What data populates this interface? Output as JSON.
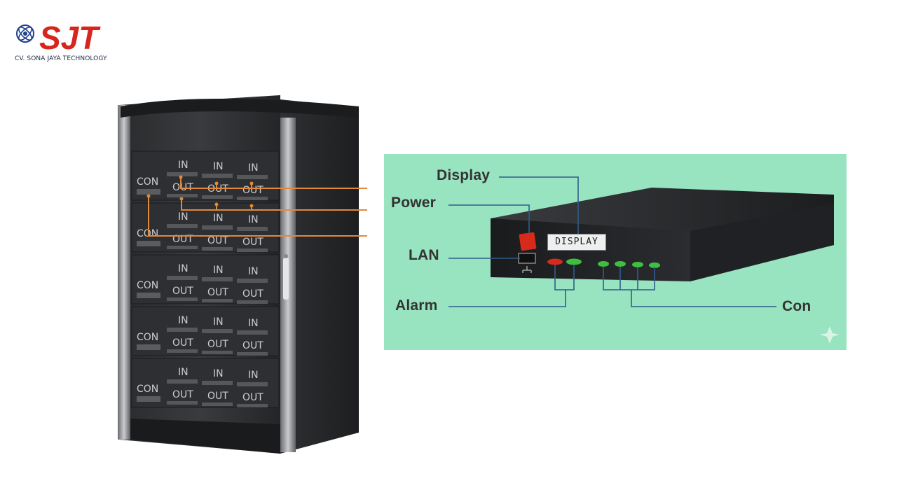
{
  "logo": {
    "brand": "SJT",
    "company": "CV. SONA JAYA TECHNOLOGY"
  },
  "cabinet": {
    "modules": [
      {
        "con": "CON",
        "in": [
          "IN",
          "IN",
          "IN"
        ],
        "out": [
          "OUT",
          "OUT",
          "OUT"
        ]
      },
      {
        "con": "CON",
        "in": [
          "IN",
          "IN",
          "IN"
        ],
        "out": [
          "OUT",
          "OUT",
          "OUT"
        ]
      },
      {
        "con": "CON",
        "in": [
          "IN",
          "IN",
          "IN"
        ],
        "out": [
          "OUT",
          "OUT",
          "OUT"
        ]
      },
      {
        "con": "CON",
        "in": [
          "IN",
          "IN",
          "IN"
        ],
        "out": [
          "OUT",
          "OUT",
          "OUT"
        ]
      },
      {
        "con": "CON",
        "in": [
          "IN",
          "IN",
          "IN"
        ],
        "out": [
          "OUT",
          "OUT",
          "OUT"
        ]
      }
    ]
  },
  "device": {
    "display_text": "DISPLAY",
    "labels": {
      "display": "Display",
      "power": "Power",
      "lan": "LAN",
      "alarm": "Alarm",
      "con": "Con"
    }
  },
  "colors": {
    "panel_bg": "#98e3c0",
    "callout_line": "#2f5d8c",
    "orange_line": "#e08a3a",
    "led_red": "#d62a1a",
    "led_green": "#3fbf3f",
    "brand_red": "#d6261d",
    "brand_navy": "#1f3f8f"
  }
}
